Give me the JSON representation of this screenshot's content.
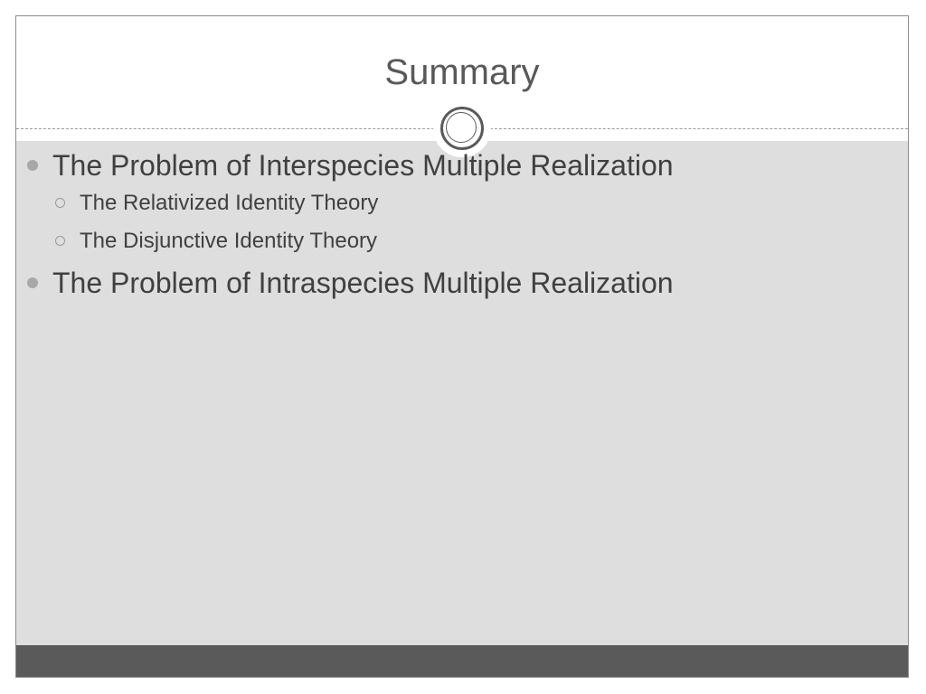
{
  "slide": {
    "title": "Summary",
    "bullets": [
      {
        "text": "The Problem of Interspecies Multiple Realization",
        "sub": [
          "The Relativized Identity Theory",
          "The Disjunctive Identity Theory"
        ]
      },
      {
        "text": "The Problem of Intraspecies Multiple Realization"
      }
    ]
  },
  "icons": {
    "medallion": "double-ring-circle-icon",
    "level1_bullet": "filled-dot-icon",
    "level2_bullet": "hollow-circle-icon"
  },
  "colors": {
    "content_background": "#dedede",
    "footer_bar": "#5a5a5a",
    "title_text": "#595959",
    "body_text": "#404040"
  }
}
